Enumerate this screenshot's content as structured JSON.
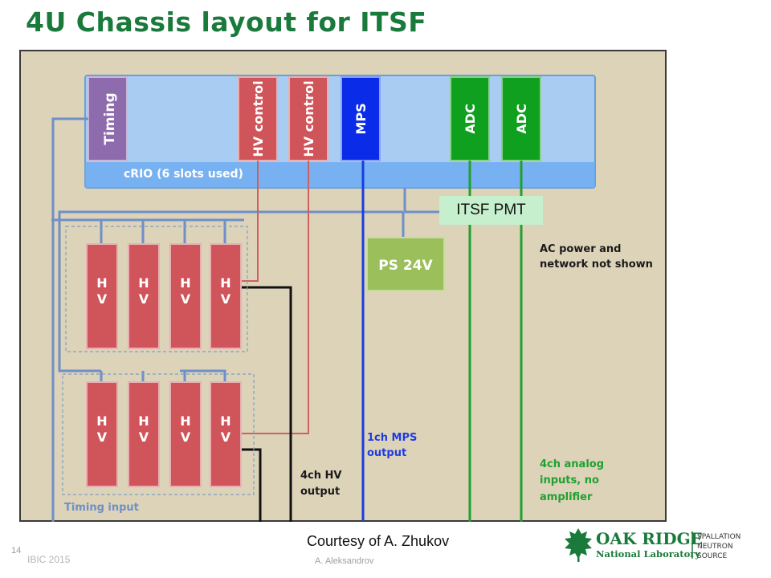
{
  "slide": {
    "title": "4U Chassis layout for ITSF",
    "callout": "ITSF PMT",
    "courtesy": "Courtesy of A. Zhukov",
    "page_number": "14",
    "conference": "IBIC 2015",
    "author": "A. Aleksandrov"
  },
  "diagram": {
    "crio_label": "cRIO (6 slots used)",
    "modules": [
      {
        "label": "Timing",
        "color": "#8e6bad"
      },
      {
        "label": "HV control",
        "color": "#d0555a"
      },
      {
        "label": "HV control",
        "color": "#d0555a"
      },
      {
        "label": "MPS",
        "color": "#0a2be8"
      },
      {
        "label": "ADC",
        "color": "#10a020"
      },
      {
        "label": "ADC",
        "color": "#10a020"
      }
    ],
    "hv_top": "H",
    "hv_bottom": "V",
    "ps_label": "PS 24V",
    "note_line1": "AC power and",
    "note_line2": "network not shown",
    "mps_out_line1": "1ch MPS",
    "mps_out_line2": "output",
    "hv_out_line1": "4ch HV",
    "hv_out_line2": "output",
    "analog_line1": "4ch analog",
    "analog_line2": "inputs, no",
    "analog_line3": "amplifier",
    "timing_input": "Timing input"
  },
  "logo": {
    "oak": "OAK RIDGE",
    "lab": "National Laboratory",
    "sns1": "SPALLATION",
    "sns2": "NEUTRON",
    "sns3": "SOURCE"
  }
}
